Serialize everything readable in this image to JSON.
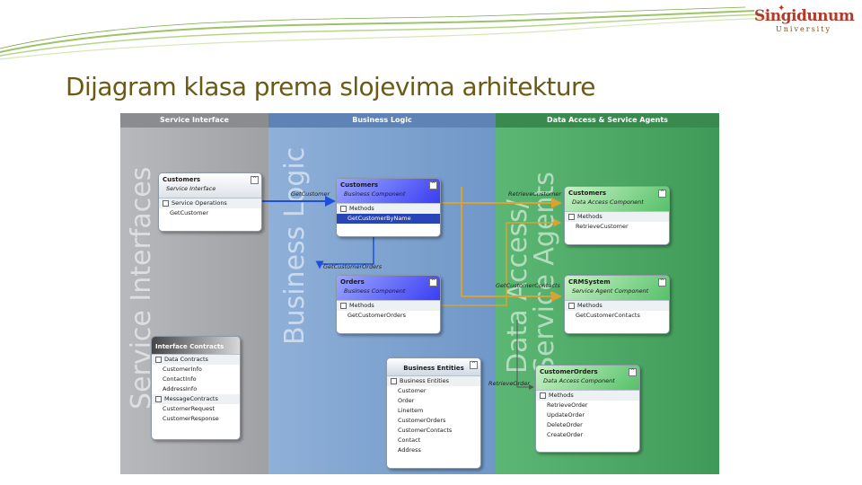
{
  "slide": {
    "title": "Dijagram klasa prema slojevima arhitekture",
    "logo": {
      "name": "Singidunum",
      "tagline": "University"
    }
  },
  "diagram": {
    "bands": [
      {
        "id": "service-interface",
        "header": "Service Interface",
        "watermark": "Service Interfaces",
        "color": "#a9abaf"
      },
      {
        "id": "business-logic",
        "header": "Business Logic",
        "watermark": "Business Logic",
        "color": "#7ea3cf"
      },
      {
        "id": "data-access",
        "header": "Data Access & Service Agents",
        "watermark": "Data Access/ Service Agents",
        "color": "#4aa862"
      }
    ],
    "boxes": {
      "si_customers": {
        "title": "Customers",
        "subtitle": "Service Interface",
        "section": "Service Operations",
        "items": [
          "GetCustomer"
        ]
      },
      "interface_contracts": {
        "title": "Interface Contracts",
        "sections": [
          {
            "label": "Data Contracts",
            "items": [
              "CustomerInfo",
              "ContactInfo",
              "AddressInfo"
            ]
          },
          {
            "label": "MessageContracts",
            "items": [
              "CustomerRequest",
              "CustomerResponse"
            ]
          }
        ]
      },
      "bl_customers": {
        "title": "Customers",
        "subtitle": "Business Component",
        "section": "Methods",
        "items": [
          "GetCustomerByName"
        ]
      },
      "bl_orders": {
        "title": "Orders",
        "subtitle": "Business Component",
        "section": "Methods",
        "items": [
          "GetCustomerOrders"
        ]
      },
      "business_entities": {
        "title": "Business Entities",
        "section": "Business Entities",
        "items": [
          "Customer",
          "Order",
          "LineItem",
          "CustomerOrders",
          "CustomerContacts",
          "Contact",
          "Address"
        ]
      },
      "da_customers": {
        "title": "Customers",
        "subtitle": "Data Access Component",
        "section": "Methods",
        "items": [
          "RetrieveCustomer"
        ]
      },
      "crm_system": {
        "title": "CRMSystem",
        "subtitle": "Service Agent Component",
        "section": "Methods",
        "items": [
          "GetCustomerContacts"
        ]
      },
      "customer_orders": {
        "title": "CustomerOrders",
        "subtitle": "Data Access Component",
        "section": "Methods",
        "items": [
          "RetrieveOrder",
          "UpdateOrder",
          "DeleteOrder",
          "CreateOrder"
        ]
      }
    },
    "connector_labels": {
      "get_customer": "GetCustomer",
      "retrieve_customer": "RetrieveCustomer",
      "get_customer_orders": "GetCustomerOrders",
      "get_customer_contacts": "GetCustomerContacts",
      "retrieve_order": "RetrieveOrder"
    },
    "colors": {
      "blue_connector": "#1f4fd8",
      "orange_connector": "#d9a233",
      "title_text": "#6b5a16"
    }
  }
}
